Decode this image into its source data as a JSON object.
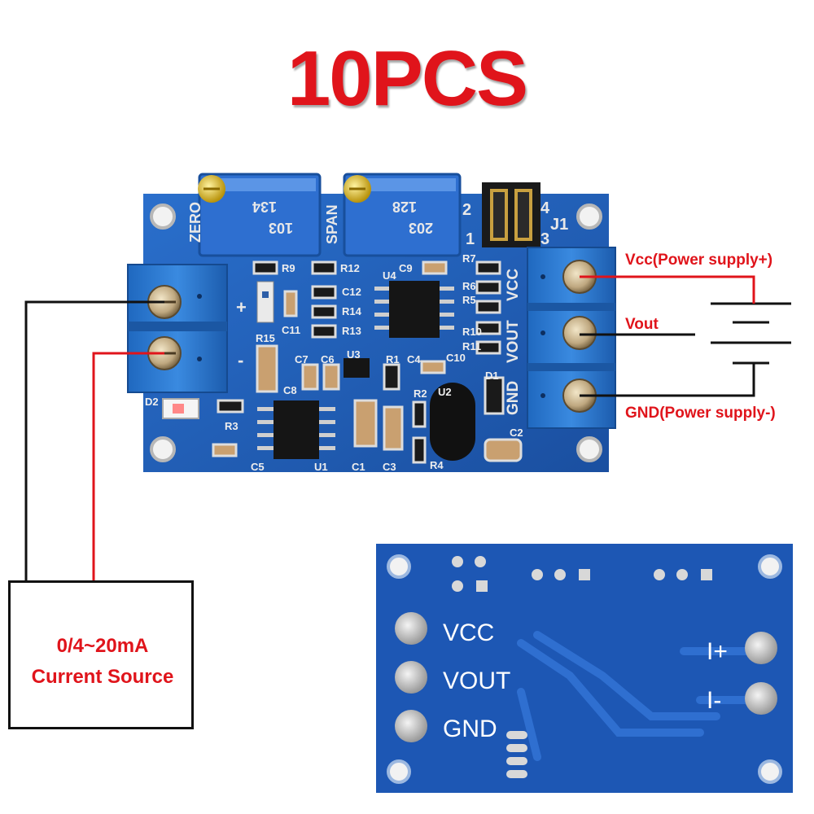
{
  "title": "10PCS",
  "wiring": {
    "vcc_label": "Vcc(Power supply+)",
    "vout_label": "Vout",
    "gnd_label": "GND(Power supply-)",
    "source_line1": "0/4~20mA",
    "source_line2": "Current Source"
  },
  "board_front": {
    "pot1_label": "ZERO",
    "pot1_code1": "134",
    "pot1_code2": "103",
    "pot2_label": "SPAN",
    "pot2_code1": "128",
    "pot2_code2": "203",
    "jumper_label": "J1",
    "jumper_pins": [
      "2",
      "4",
      "1",
      "3"
    ],
    "terminal_left": [
      "+",
      "-"
    ],
    "terminal_right": [
      "VCC",
      "VOUT",
      "GND"
    ],
    "components": [
      "R9",
      "R12",
      "C9",
      "R7",
      "U4",
      "C12",
      "R14",
      "R13",
      "R5",
      "R6",
      "R10",
      "R11",
      "R15",
      "C11",
      "C7",
      "C6",
      "U3",
      "R1",
      "C4",
      "C10",
      "D1",
      "C8",
      "R2",
      "U2",
      "D2",
      "R3",
      "C5",
      "U1",
      "C1",
      "C3",
      "R4",
      "C2"
    ]
  },
  "board_back": {
    "pins": [
      "VCC",
      "VOUT",
      "GND"
    ],
    "current_pins": [
      "I+",
      "I-"
    ]
  },
  "colors": {
    "pcb": "#1e5fb8",
    "terminal": "#2a76c8",
    "wire_red": "#e0141b",
    "wire_black": "#111111"
  }
}
